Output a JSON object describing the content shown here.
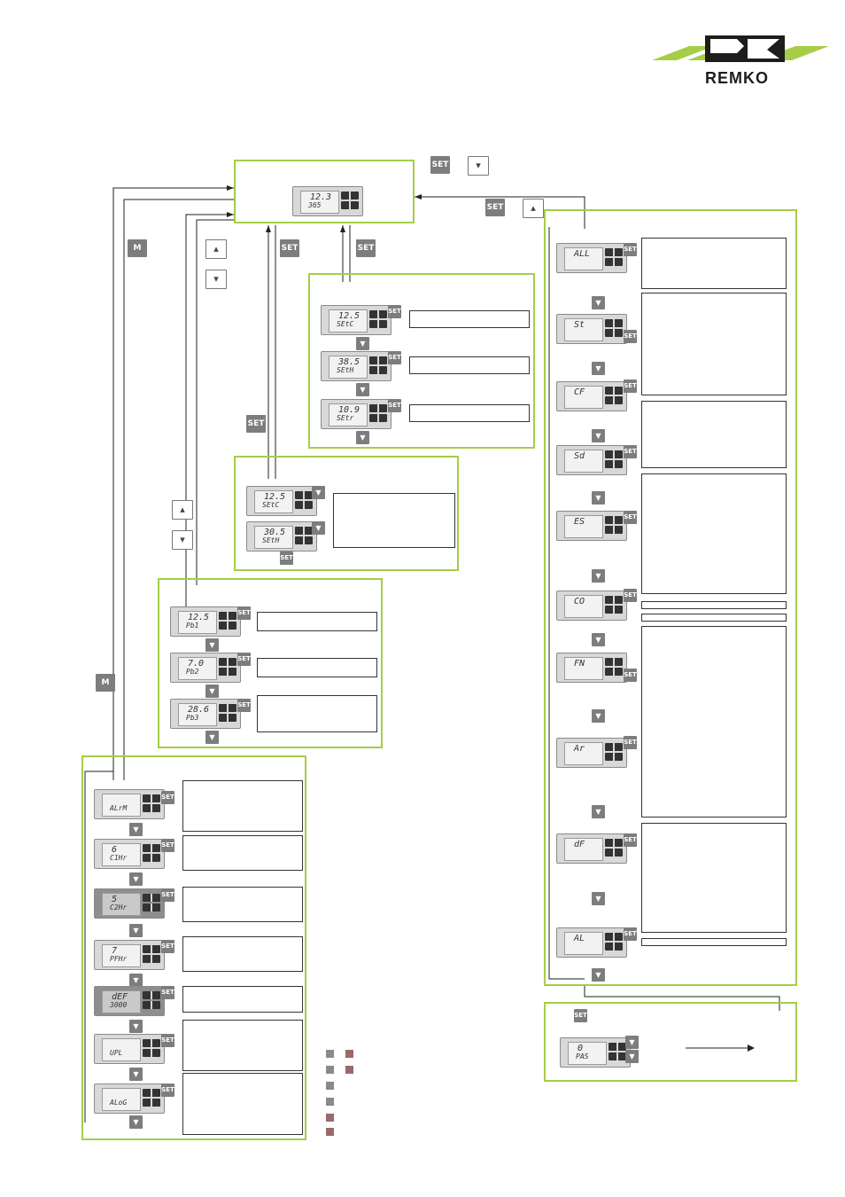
{
  "brand": {
    "logo_text": "REMKO",
    "logo_colors": [
      "#a6cd47",
      "#1d1d1b"
    ]
  },
  "keys": {
    "set": "SET",
    "menu": "M"
  },
  "main_display": {
    "line1": "12.3",
    "line2": "365"
  },
  "group_setpoints": [
    {
      "line1": "12.5",
      "line2": "SEtC"
    },
    {
      "line1": "38.5",
      "line2": "SEtH"
    },
    {
      "line1": "10.9",
      "line2": "SEtr"
    }
  ],
  "group_active_setpoints": [
    {
      "line1": "12.5",
      "line2": "SEtC"
    },
    {
      "line1": "30.5",
      "line2": "SEtH"
    }
  ],
  "group_probes": [
    {
      "line1": "12.5",
      "line2": "Pb1"
    },
    {
      "line1": "7.0",
      "line2": "Pb2"
    },
    {
      "line1": "28.6",
      "line2": "Pb3"
    }
  ],
  "group_menu": [
    {
      "line1": "",
      "line2": "ALrM"
    },
    {
      "line1": "6",
      "line2": "C1Hr"
    },
    {
      "line1": "5",
      "line2": "C2Hr"
    },
    {
      "line1": "7",
      "line2": "PFHr"
    },
    {
      "line1": "dEF",
      "line2": "3000"
    },
    {
      "line1": "",
      "line2": "UPL"
    },
    {
      "line1": "",
      "line2": "ALoG"
    }
  ],
  "group_params": [
    {
      "line1": "ALL",
      "line2": ""
    },
    {
      "line1": "St",
      "line2": ""
    },
    {
      "line1": "CF",
      "line2": ""
    },
    {
      "line1": "Sd",
      "line2": ""
    },
    {
      "line1": "ES",
      "line2": ""
    },
    {
      "line1": "CO",
      "line2": ""
    },
    {
      "line1": "FN",
      "line2": ""
    },
    {
      "line1": "Ar",
      "line2": ""
    },
    {
      "line1": "dF",
      "line2": ""
    },
    {
      "line1": "AL",
      "line2": ""
    }
  ],
  "password_display": {
    "line1": "0",
    "line2": "PAS"
  }
}
